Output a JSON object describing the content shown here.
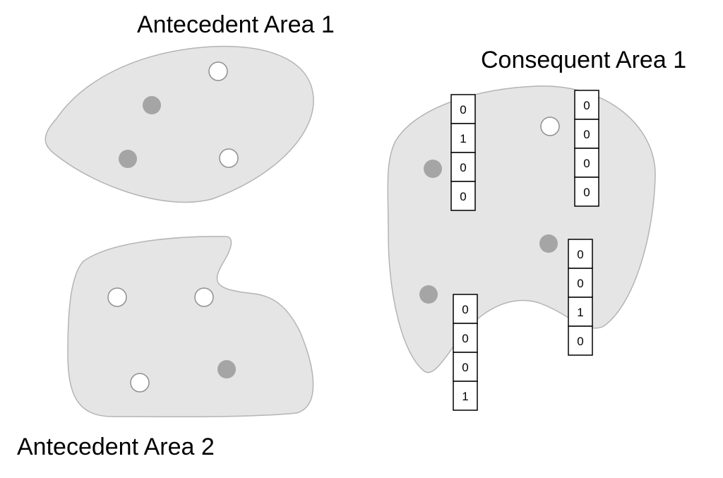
{
  "labels": {
    "antecedent_area_1": "Antecedent Area 1",
    "antecedent_area_2": "Antecedent Area 2",
    "consequent_area_1": "Consequent Area 1"
  },
  "colors": {
    "region_fill": "#e6e5e6",
    "region_stroke": "#b4b4b4",
    "filled_dot": "#a5a5a5",
    "hollow_dot_fill": "#ffffff",
    "hollow_dot_stroke": "#909090",
    "vector_stroke": "#000000"
  },
  "vectors": [
    {
      "values": [
        "0",
        "1",
        "0",
        "0"
      ]
    },
    {
      "values": [
        "0",
        "0",
        "0",
        "0"
      ]
    },
    {
      "values": [
        "0",
        "0",
        "1",
        "0"
      ]
    },
    {
      "values": [
        "0",
        "0",
        "0",
        "1"
      ]
    }
  ]
}
